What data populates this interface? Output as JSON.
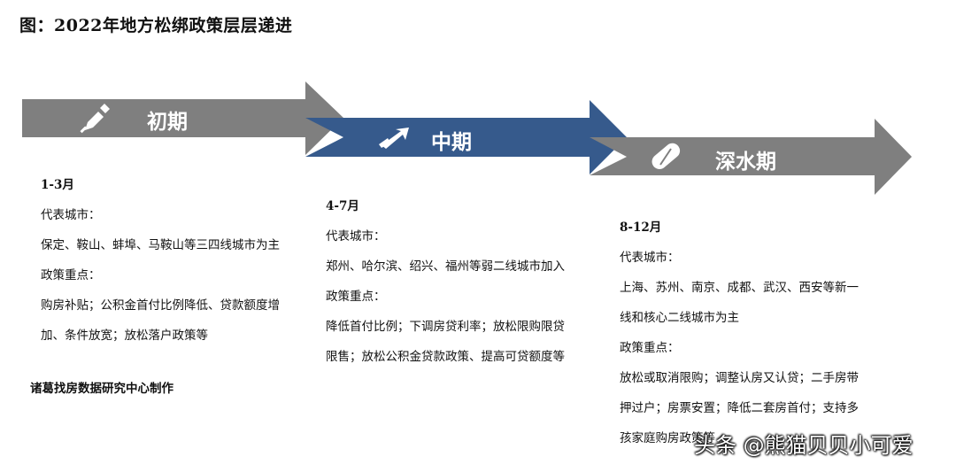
{
  "title": "图：2022年地方松绑政策层层递进",
  "colors": {
    "gray_arrow": "#7f7f7f",
    "blue_arrow": "#365a8c",
    "text": "#111111"
  },
  "phases": [
    {
      "name": "初期",
      "icon": "pen-icon",
      "period": "1-3月",
      "lines": [
        "代表城市：",
        "保定、鞍山、蚌埠、马鞍山等三四线城市为主",
        "政策重点：",
        "购房补贴；公积金首付比例降低、贷款额度增",
        "加、条件放宽；放松落户政策等"
      ]
    },
    {
      "name": "中期",
      "icon": "arrow-icon",
      "period": "4-7月",
      "lines": [
        "代表城市：",
        "郑州、哈尔滨、绍兴、福州等弱二线城市加入",
        "政策重点：",
        "降低首付比例；下调房贷利率；放松限购限贷",
        "限售；放松公积金贷款政策、提高可贷额度等"
      ]
    },
    {
      "name": "深水期",
      "icon": "pill-icon",
      "period": "8-12月",
      "lines": [
        "代表城市：",
        "上海、苏州、南京、成都、武汉、西安等新一",
        "线和核心二线城市为主",
        "政策重点：",
        "放松或取消限购；调整认房又认贷；二手房带",
        "押过户；房票安置；降低二套房首付；支持多",
        "孩家庭购房政策等"
      ]
    }
  ],
  "credit": "诸葛找房数据研究中心制作",
  "watermark": "头条 @熊猫贝贝小可爱"
}
